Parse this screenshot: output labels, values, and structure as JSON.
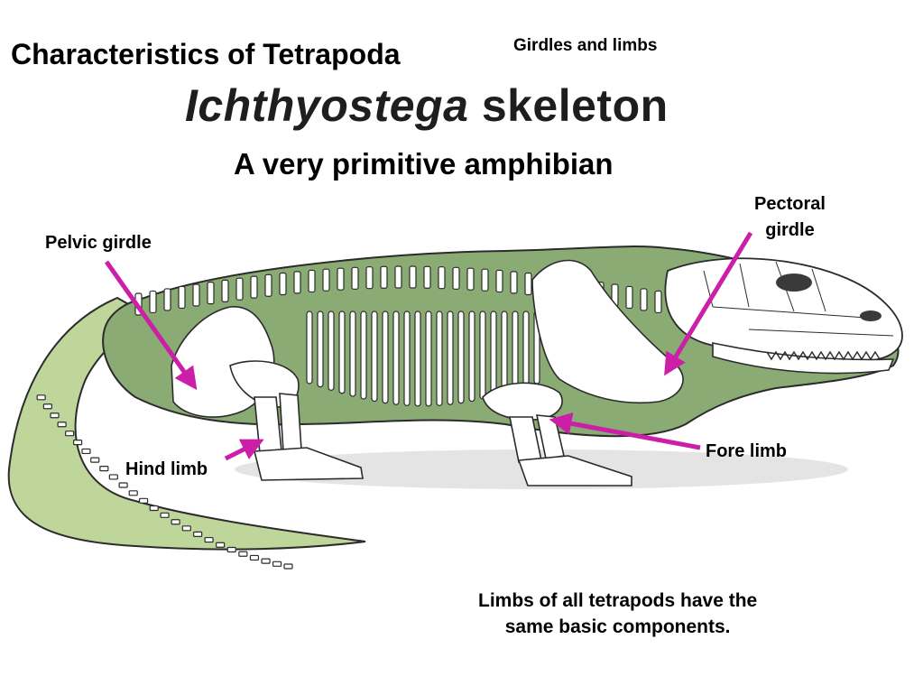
{
  "slide": {
    "title": "Characteristics of Tetrapoda",
    "subtitle_tag": "Girdles  and limbs"
  },
  "heading": {
    "genus": "Ichthyostega",
    "word": "skeleton",
    "subheading": "A very primitive amphibian"
  },
  "labels": {
    "pelvic_girdle": "Pelvic girdle",
    "pectoral_line1": "Pectoral",
    "pectoral_line2": "girdle",
    "hind_limb": "Hind limb",
    "fore_limb": "Fore limb"
  },
  "note": {
    "line1": "Limbs of all tetrapods have the",
    "line2": "same basic components."
  },
  "colors": {
    "body_green": "#8aab74",
    "tail_green": "#bfd69b",
    "outline": "#2b2b2b",
    "bone": "#ffffff",
    "arrow": "#cc1fa8",
    "shadow": "#e4e4e4"
  },
  "icons": {
    "pointer": "arrow-icon",
    "figure": "ichthyostega-skeleton-illustration"
  }
}
